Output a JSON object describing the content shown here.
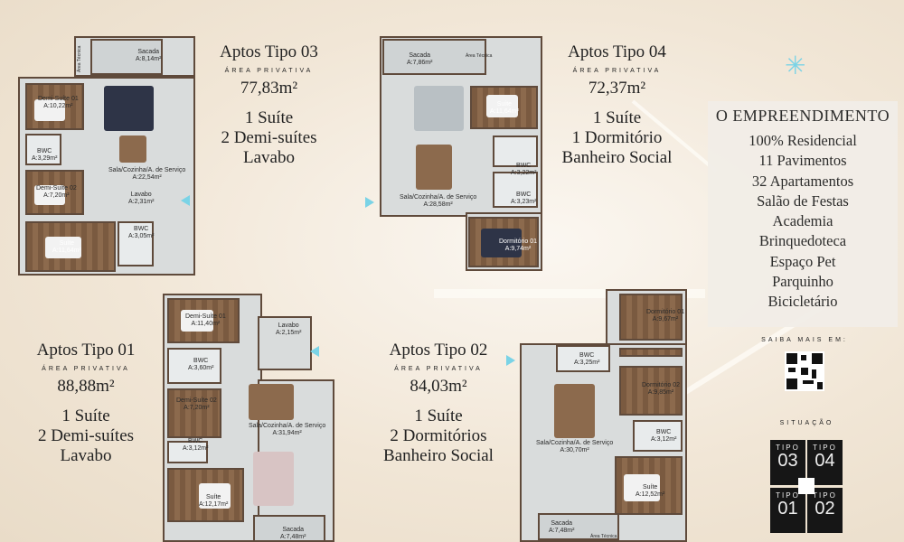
{
  "units": [
    {
      "title": "Aptos Tipo 03",
      "area_label": "ÁREA PRIVATIVA",
      "area": "77,83m²",
      "desc": [
        "1 Suíte",
        "2 Demi-suítes",
        "Lavabo"
      ]
    },
    {
      "title": "Aptos Tipo 04",
      "area_label": "ÁREA PRIVATIVA",
      "area": "72,37m²",
      "desc": [
        "1 Suíte",
        "1 Dormitório",
        "Banheiro Social"
      ]
    },
    {
      "title": "Aptos Tipo 01",
      "area_label": "ÁREA PRIVATIVA",
      "area": "88,88m²",
      "desc": [
        "1 Suíte",
        "2 Demi-suítes",
        "Lavabo"
      ]
    },
    {
      "title": "Aptos Tipo 02",
      "area_label": "ÁREA PRIVATIVA",
      "area": "84,03m²",
      "desc": [
        "1 Suíte",
        "2 Dormitórios",
        "Banheiro Social"
      ]
    }
  ],
  "plans": {
    "tipo03": {
      "rooms": [
        "Sacada",
        "A:8,14m²",
        "Demi-Suíte 01",
        "A:10,22m²",
        "BWC",
        "A:3,29m²",
        "Demi-Suíte 02",
        "A:7,20m²",
        "Lavabo",
        "A:2,31m²",
        "Sala/Cozinha/A. de Serviço",
        "A:22,54m²",
        "BWC",
        "A:3,05m²",
        "Suíte",
        "A:11,64m²",
        "Área Técnica"
      ]
    },
    "tipo04": {
      "rooms": [
        "Sacada",
        "A:7,86m²",
        "Área Técnica",
        "Suíte",
        "A:11,64m²",
        "BWC",
        "A:3,22m²",
        "BWC",
        "A:3,23m²",
        "Sala/Cozinha/A. de Serviço",
        "A:28,58m²",
        "Dormitório 01",
        "A:9,74m²"
      ]
    },
    "tipo01": {
      "rooms": [
        "Demi-Suíte 01",
        "A:11,40m²",
        "Lavabo",
        "A:2,15m²",
        "BWC",
        "A:3,60m²",
        "Demi-Suíte 02",
        "A:7,20m²",
        "BWC",
        "A:3,12m²",
        "Sala/Cozinha/A. de Serviço",
        "A:31,94m²",
        "Suíte",
        "A:12,17m²",
        "Sacada",
        "A:7,48m²"
      ]
    },
    "tipo02": {
      "rooms": [
        "Dormitório 01",
        "A:9,67m²",
        "BWC",
        "A:3,25m²",
        "Dormitório 02",
        "A:9,85m²",
        "BWC",
        "A:3,12m²",
        "Sala/Cozinha/A. de Serviço",
        "A:30,70m²",
        "Suíte",
        "A:12,52m²",
        "Sacada",
        "A:7,48m²",
        "Área Técnica"
      ]
    }
  },
  "empreendimento": {
    "heading": "O EMPREENDIMENTO",
    "items": [
      "100% Residencial",
      "11 Pavimentos",
      "32 Apartamentos",
      "Salão de Festas",
      "Academia",
      "Brinquedoteca",
      "Espaço Pet",
      "Parquinho",
      "Bicicletário"
    ]
  },
  "saiba_mais": "SAIBA MAIS EM:",
  "situacao": {
    "label": "SITUAÇÃO",
    "blocks": [
      {
        "a": "TIPO",
        "b": "03"
      },
      {
        "a": "TIPO",
        "b": "04"
      },
      {
        "a": "TIPO",
        "b": "01"
      },
      {
        "a": "TIPO",
        "b": "02"
      }
    ]
  },
  "colors": {
    "background": "#f4ece0",
    "arrow": "#7ad3e6",
    "wood": "#7a5a40",
    "dark_block": "#161616"
  }
}
